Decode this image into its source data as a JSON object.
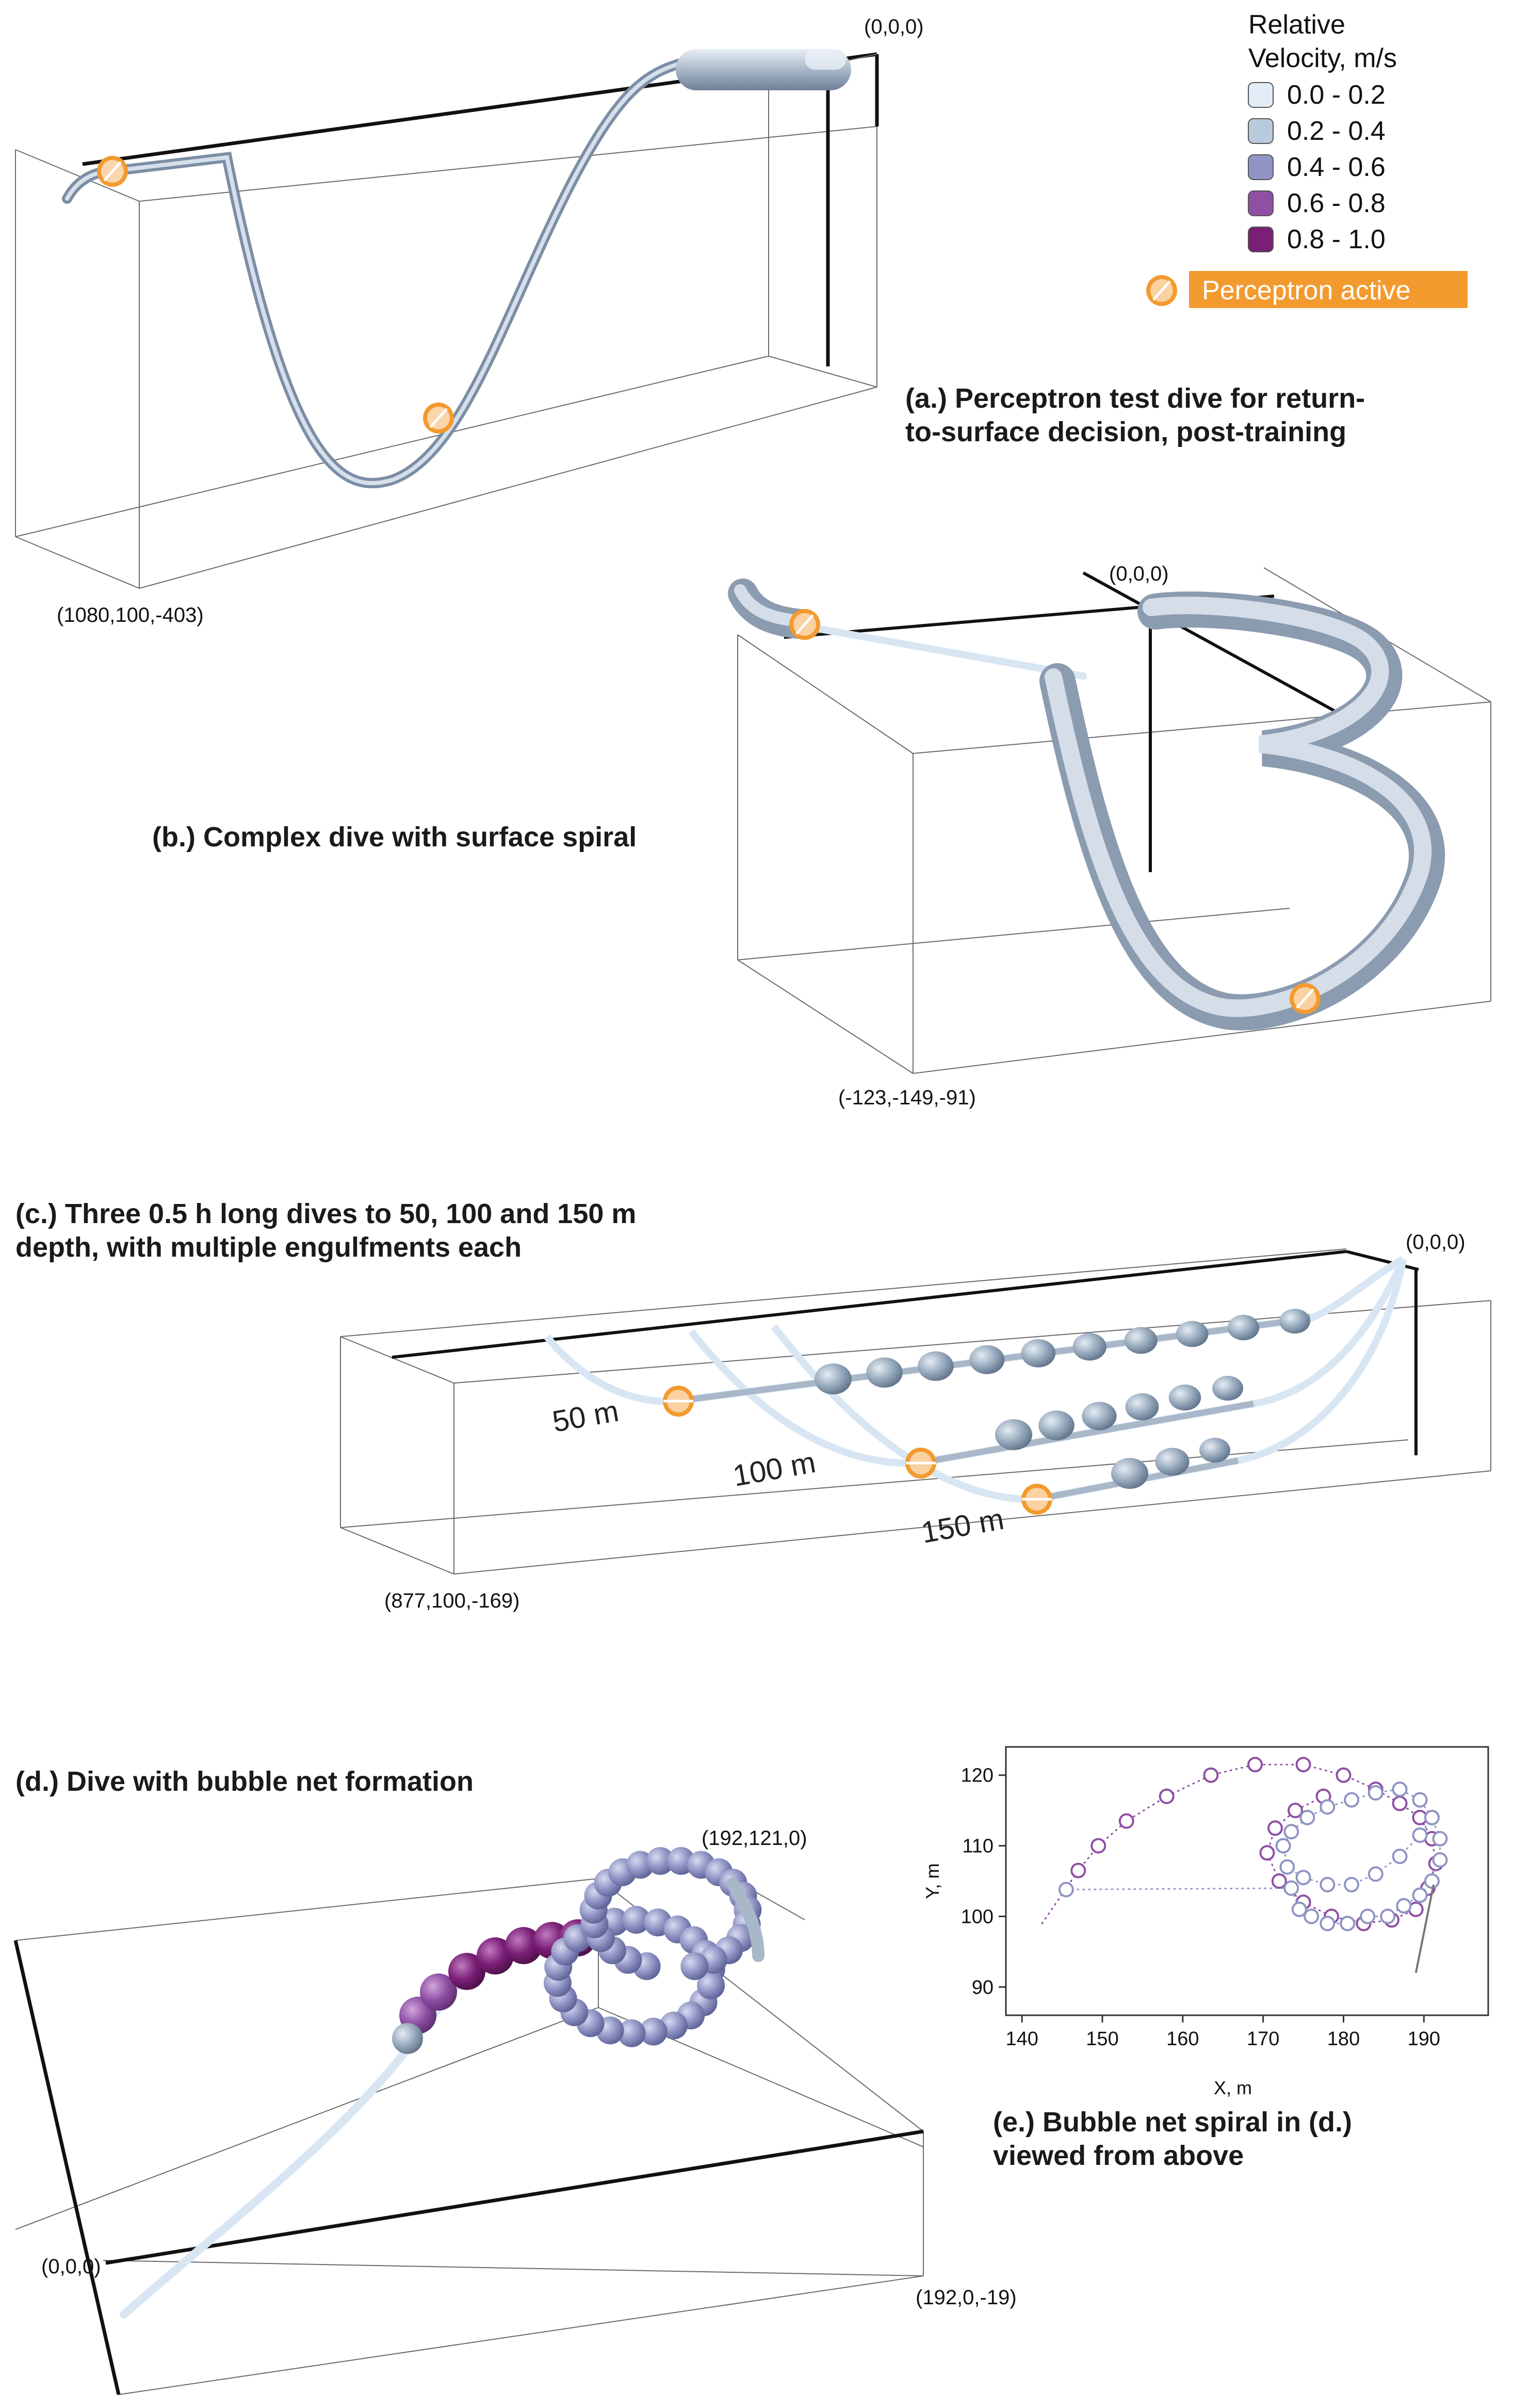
{
  "legend": {
    "title_line1": "Relative",
    "title_line2": "Velocity, m/s",
    "items": [
      {
        "label": "0.0 - 0.2",
        "color": "#e3edf7"
      },
      {
        "label": "0.2 - 0.4",
        "color": "#b9cadc"
      },
      {
        "label": "0.4 - 0.6",
        "color": "#8f94c4"
      },
      {
        "label": "0.6 - 0.8",
        "color": "#8e4fa4"
      },
      {
        "label": "0.8 - 1.0",
        "color": "#7a1f76"
      }
    ],
    "perceptron_label": "Perceptron active",
    "perceptron_color": "#f39a2f"
  },
  "panel_a": {
    "title_line1": "(a.) Perceptron test dive for return-",
    "title_line2": "to-surface decision, post-training",
    "origin_label": "(0,0,0)",
    "corner_label": "(1080,100,-403)"
  },
  "panel_b": {
    "title": "(b.) Complex dive with surface spiral",
    "origin_label": "(0,0,0)",
    "corner_label": "(-123,-149,-91)"
  },
  "panel_c": {
    "title_line1": "(c.) Three 0.5 h long dives to 50, 100 and 150 m",
    "title_line2": "depth, with multiple engulfments each",
    "origin_label": "(0,0,0)",
    "corner_label": "(877,100,-169)",
    "depth_labels": [
      "50 m",
      "100 m",
      "150 m"
    ]
  },
  "panel_d": {
    "title": "(d.) Dive with bubble net formation",
    "top_label": "(192,121,0)",
    "origin_label": "(0,0,0)",
    "corner_label": "(192,0,-19)"
  },
  "panel_e": {
    "title_line1": "(e.) Bubble net spiral in (d.)",
    "title_line2": "viewed from above",
    "chart_data": {
      "type": "scatter",
      "xlabel": "X, m",
      "ylabel": "Y, m",
      "xlim": [
        138,
        198
      ],
      "ylim": [
        86,
        124
      ],
      "xticks": [
        140,
        150,
        160,
        170,
        180,
        190
      ],
      "yticks": [
        90,
        100,
        110,
        120
      ],
      "grid": false,
      "series": [
        {
          "color": "#8e4fa4",
          "x": [
            147,
            149.5,
            153,
            158,
            163.5,
            169,
            175,
            180,
            184,
            187,
            189.5,
            191,
            191.5,
            190.5,
            189,
            186,
            182.5,
            178.5,
            175,
            172,
            170.5,
            171.5,
            174,
            177.5
          ],
          "y": [
            106.5,
            110,
            113.5,
            117,
            120,
            121.5,
            121.5,
            120,
            118,
            116,
            114,
            111,
            107.5,
            104,
            101,
            99.5,
            99,
            100,
            102,
            105,
            109,
            112.5,
            115,
            117
          ]
        },
        {
          "color": "#8f94c4",
          "x": [
            145.5,
            173.5,
            174.5,
            176,
            178,
            180.5,
            183,
            185.5,
            187.5,
            189.5,
            191,
            192,
            192,
            191,
            189.5,
            187,
            184,
            181,
            178,
            175.5,
            173.5,
            172.5,
            173,
            175,
            178,
            181,
            184,
            187,
            189.5,
            191
          ],
          "y": [
            103.8,
            104,
            101,
            100,
            99,
            99,
            100,
            100,
            101.5,
            103,
            105,
            108,
            111,
            114,
            116.5,
            118,
            117.5,
            116.5,
            115.5,
            114,
            112,
            110,
            107,
            105.5,
            104.5,
            104.5,
            106,
            108.5,
            111.5,
            114
          ]
        }
      ],
      "path_start": [
        142.5,
        99
      ],
      "pointer_end": [
        189,
        92
      ]
    }
  }
}
